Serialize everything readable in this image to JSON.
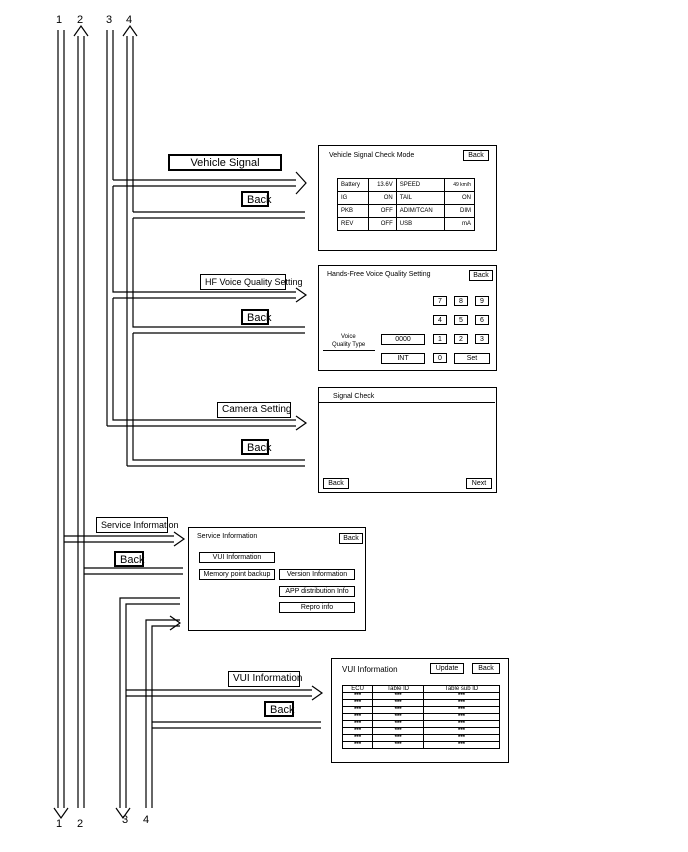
{
  "column_numbers_top": [
    "1",
    "2",
    "3",
    "4"
  ],
  "column_numbers_bottom": [
    "1",
    "2",
    "3",
    "4"
  ],
  "labels": {
    "vehicle_signal": "Vehicle Signal",
    "back": "Back",
    "hf_voice": "HF Voice Quality Setting",
    "camera": "Camera Setting",
    "service_info": "Service Information",
    "vui_info": "VUI Information"
  },
  "vehicle_screen": {
    "title": "Vehicle Signal Check Mode",
    "back": "Back",
    "rows": [
      [
        "Battery",
        "13.6V",
        "SPEED",
        "49 km/h"
      ],
      [
        "IG",
        "ON",
        "TAIL",
        "ON"
      ],
      [
        "PKB",
        "OFF",
        "ADIM/TCAN",
        "DIM"
      ],
      [
        "REV",
        "OFF",
        "USB",
        "mA"
      ]
    ]
  },
  "hf_screen": {
    "title": "Hands-Free Voice Quality Setting",
    "back": "Back",
    "keys_row1": [
      "7",
      "8",
      "9"
    ],
    "keys_row2": [
      "4",
      "5",
      "6"
    ],
    "keys_row3": [
      "1",
      "2",
      "3"
    ],
    "voice_label_1": "Voice",
    "voice_label_2": "Quality Type",
    "value": "0000",
    "int": "INT",
    "zero": "0",
    "set": "Set"
  },
  "signal_screen": {
    "title": "Signal Check",
    "back": "Back",
    "next": "Next"
  },
  "service_screen": {
    "title": "Service Information",
    "back": "Back",
    "vui": "VUI Information",
    "memory": "Memory point backup",
    "version": "Version Information",
    "app": "APP distribution Info",
    "repro": "Repro info"
  },
  "vui_screen": {
    "title": "VUI Information",
    "update": "Update",
    "back": "Back",
    "headers": [
      "ECU",
      "Table ID",
      "Table sub ID"
    ],
    "rows": [
      [
        "***",
        "***",
        "***"
      ],
      [
        "***",
        "***",
        "***"
      ],
      [
        "***",
        "***",
        "***"
      ],
      [
        "***",
        "***",
        "***"
      ],
      [
        "***",
        "***",
        "***"
      ],
      [
        "***",
        "***",
        "***"
      ],
      [
        "***",
        "***",
        "***"
      ],
      [
        "***",
        "***",
        "***"
      ]
    ]
  }
}
